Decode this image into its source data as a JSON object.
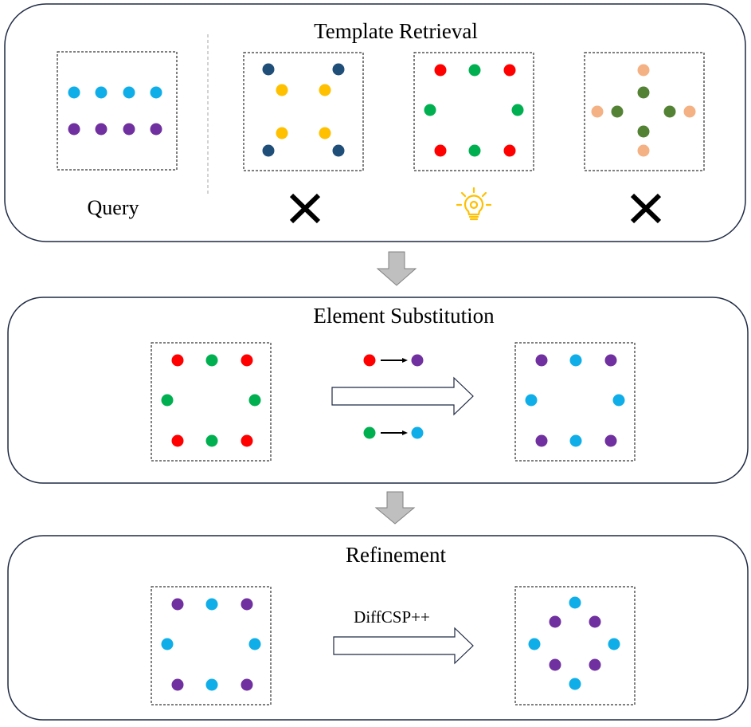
{
  "colors": {
    "cyan": "#10aee8",
    "purple": "#7030a0",
    "navy": "#1f4e79",
    "yellow": "#ffc000",
    "red": "#ff0000",
    "green": "#00b050",
    "peach": "#f4b183",
    "olive": "#548235",
    "bulb": "#ffc000",
    "panel_border": "#1f2a44",
    "down_arrow": "#bfbfbf"
  },
  "panel1": {
    "title": "Template Retrieval",
    "query_label": "Query",
    "candidate_results": [
      "cross-icon",
      "lightbulb-icon",
      "cross-icon"
    ]
  },
  "panel2": {
    "title": "Element Substitution",
    "mapping": [
      {
        "from": "red",
        "to": "purple"
      },
      {
        "from": "green",
        "to": "cyan"
      }
    ]
  },
  "panel3": {
    "title": "Refinement",
    "method_label": "DiffCSP++"
  }
}
